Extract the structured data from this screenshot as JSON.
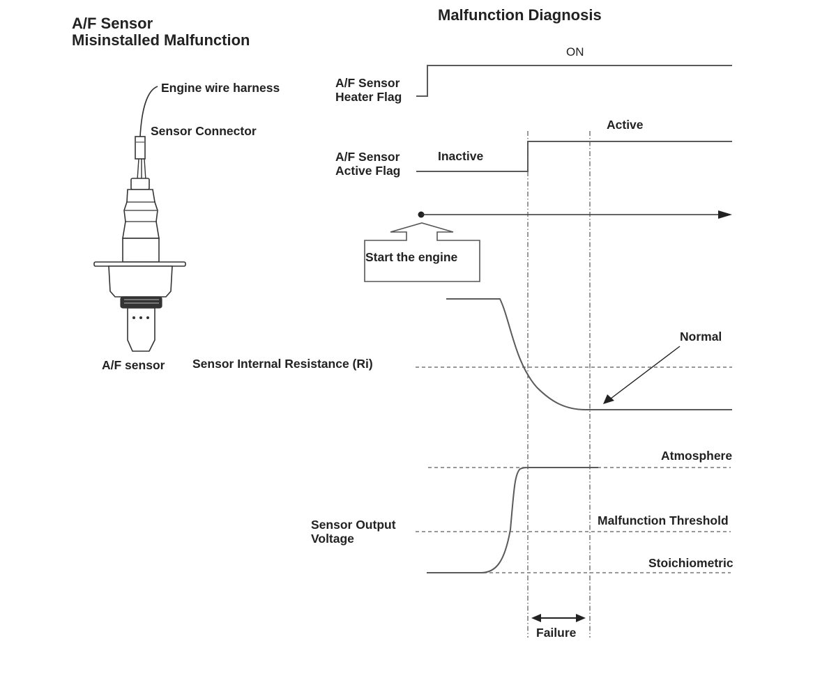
{
  "left_title": {
    "line1": "A/F Sensor",
    "line2": "Misinstalled Malfunction"
  },
  "right_title": "Malfunction Diagnosis",
  "sensor_labels": {
    "harness": "Engine wire harness",
    "connector": "Sensor Connector",
    "sensor": "A/F sensor"
  },
  "heater_flag": {
    "label_line1": "A/F Sensor",
    "label_line2": "Heater Flag",
    "state": "ON"
  },
  "active_flag": {
    "label_line1": "A/F Sensor",
    "label_line2": "Active Flag",
    "inactive": "Inactive",
    "active": "Active"
  },
  "start_engine": "Start the engine",
  "resistance": {
    "label": "Sensor Internal Resistance (Ri)",
    "normal": "Normal"
  },
  "output_voltage": {
    "label_line1": "Sensor Output",
    "label_line2": "Voltage",
    "atmosphere": "Atmosphere",
    "threshold": "Malfunction Threshold",
    "stoichiometric": "Stoichiometric"
  },
  "failure": "Failure",
  "colors": {
    "line": "#5a5a5a",
    "text": "#222222",
    "dashed": "#8a8a8a"
  }
}
